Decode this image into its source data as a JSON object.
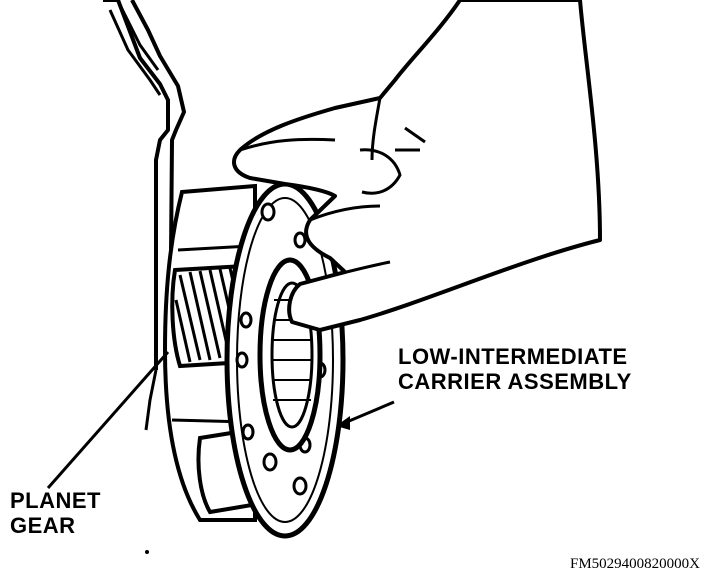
{
  "labels": {
    "carrier_line1": "LOW-INTERMEDIATE",
    "carrier_line2": "CARRIER ASSEMBLY",
    "planet_line1": "PLANET",
    "planet_line2": "GEAR"
  },
  "figure_code": "FM5029400820000X",
  "colors": {
    "ink": "#000000",
    "paper": "#ffffff"
  }
}
